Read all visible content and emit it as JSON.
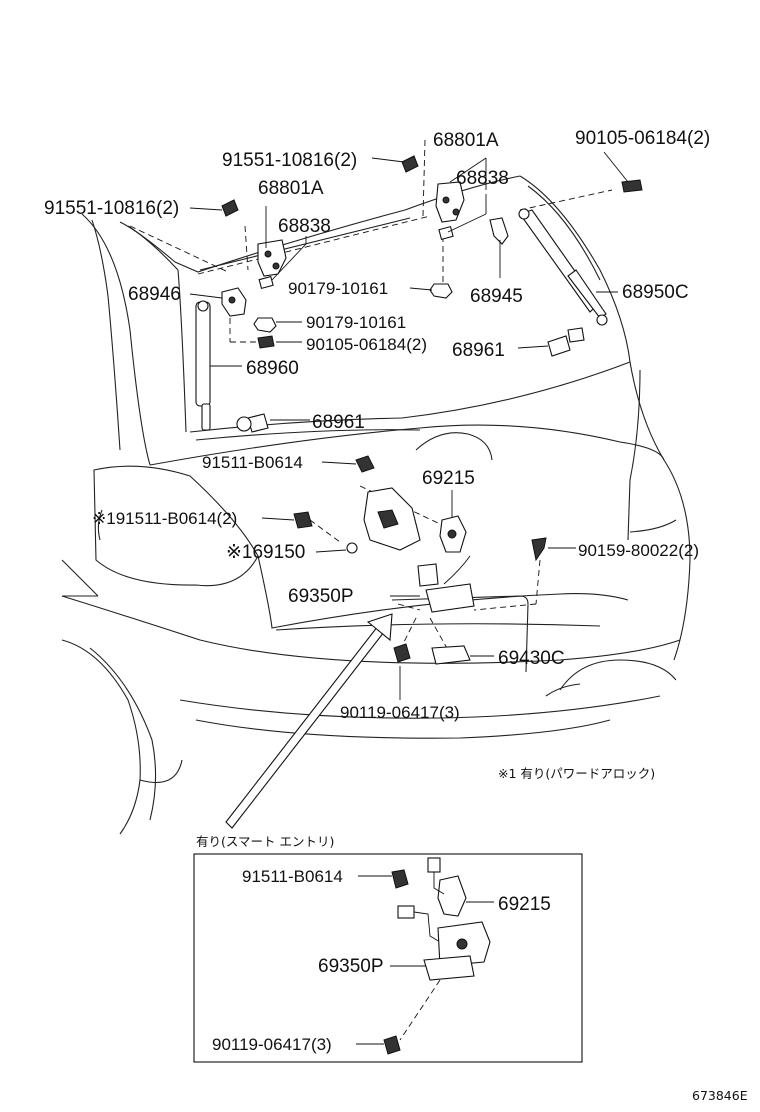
{
  "labels": {
    "screw_91551_top": "91551-10816(2)",
    "hinge_68801A_right": "68801A",
    "hinge_68838_right": "68838",
    "bolt_90105_topright": "90105-06184(2)",
    "screw_91551_left": "91551-10816(2)",
    "hinge_68801A_left": "68801A",
    "hinge_68838_left": "68838",
    "bracket_68946": "68946",
    "nut_90179_mid": "90179-10161",
    "bracket_68945": "68945",
    "stay_68950C": "68950C",
    "nut_90179_left": "90179-10161",
    "bolt_90105_left": "90105-06184(2)",
    "stud_68961_right": "68961",
    "stay_68960": "68960",
    "stud_68961_left": "68961",
    "screw_91511_main": "91511-B0614",
    "switch_69215_main": "69215",
    "screw_91511_opt": "※191511-B0614(2)",
    "lock_69150": "※169150",
    "screw_90159": "90159-80022(2)",
    "lock_69350P_main": "69350P",
    "handle_69430C": "69430C",
    "bolt_90119_main": "90119-06417(3)",
    "note_powerlock": "※1 有り(パワードアロック)",
    "inset_title": "有り(スマート エントリ)",
    "screw_91511_inset": "91511-B0614",
    "switch_69215_inset": "69215",
    "lock_69350P_inset": "69350P",
    "bolt_90119_inset": "90119-06417(3)",
    "diagram_code": "673846E"
  }
}
